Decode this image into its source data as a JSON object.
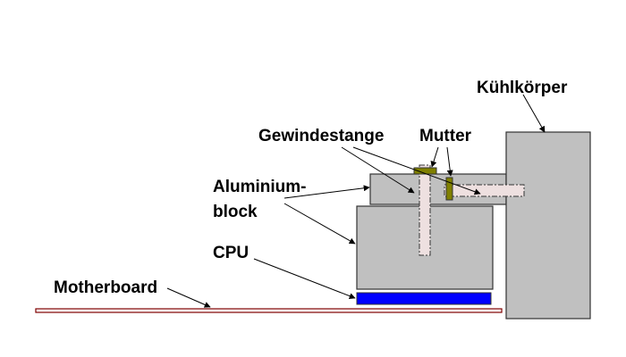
{
  "diagram": {
    "labels": {
      "heatsink": "Kühlkörper",
      "threaded_rod": "Gewindestange",
      "nut": "Mutter",
      "aluminium_block_line1": "Aluminium-",
      "aluminium_block_line2": "block",
      "cpu": "CPU",
      "motherboard": "Motherboard"
    },
    "colors": {
      "block_fill": "#c0c0c0",
      "cpu_fill": "#0000ff",
      "rod_fill": "#eee0e0",
      "nut_fill": "#808000",
      "motherboard_stroke": "#800000",
      "outline": "#333333"
    }
  }
}
